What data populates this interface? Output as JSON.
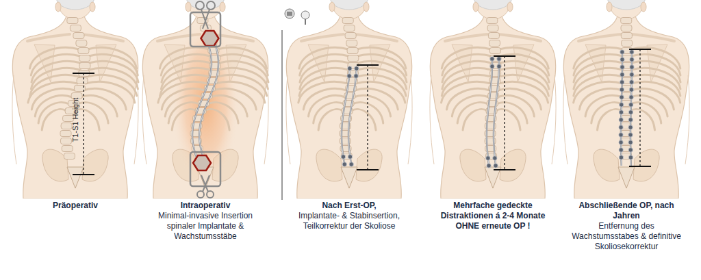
{
  "diagram": {
    "labels": [
      "T1-S1 Height",
      "Präoperativ",
      "Intraoperativ",
      "Minimal-invasive Insertion spinaler Implantate & Wachstumsstäbe",
      "Nach Erst-OP,",
      "Implantate- & Stabinsertion, Teilkorrektur der Skoliose",
      "Mehrfache gedeckte Distraktionen á 2-4 Monate OHNE erneute OP !",
      "Abschließende OP, nach Jahren",
      "Entfernung des Wachstumsstabes & definitive Skoliosekorrektur"
    ]
  }
}
